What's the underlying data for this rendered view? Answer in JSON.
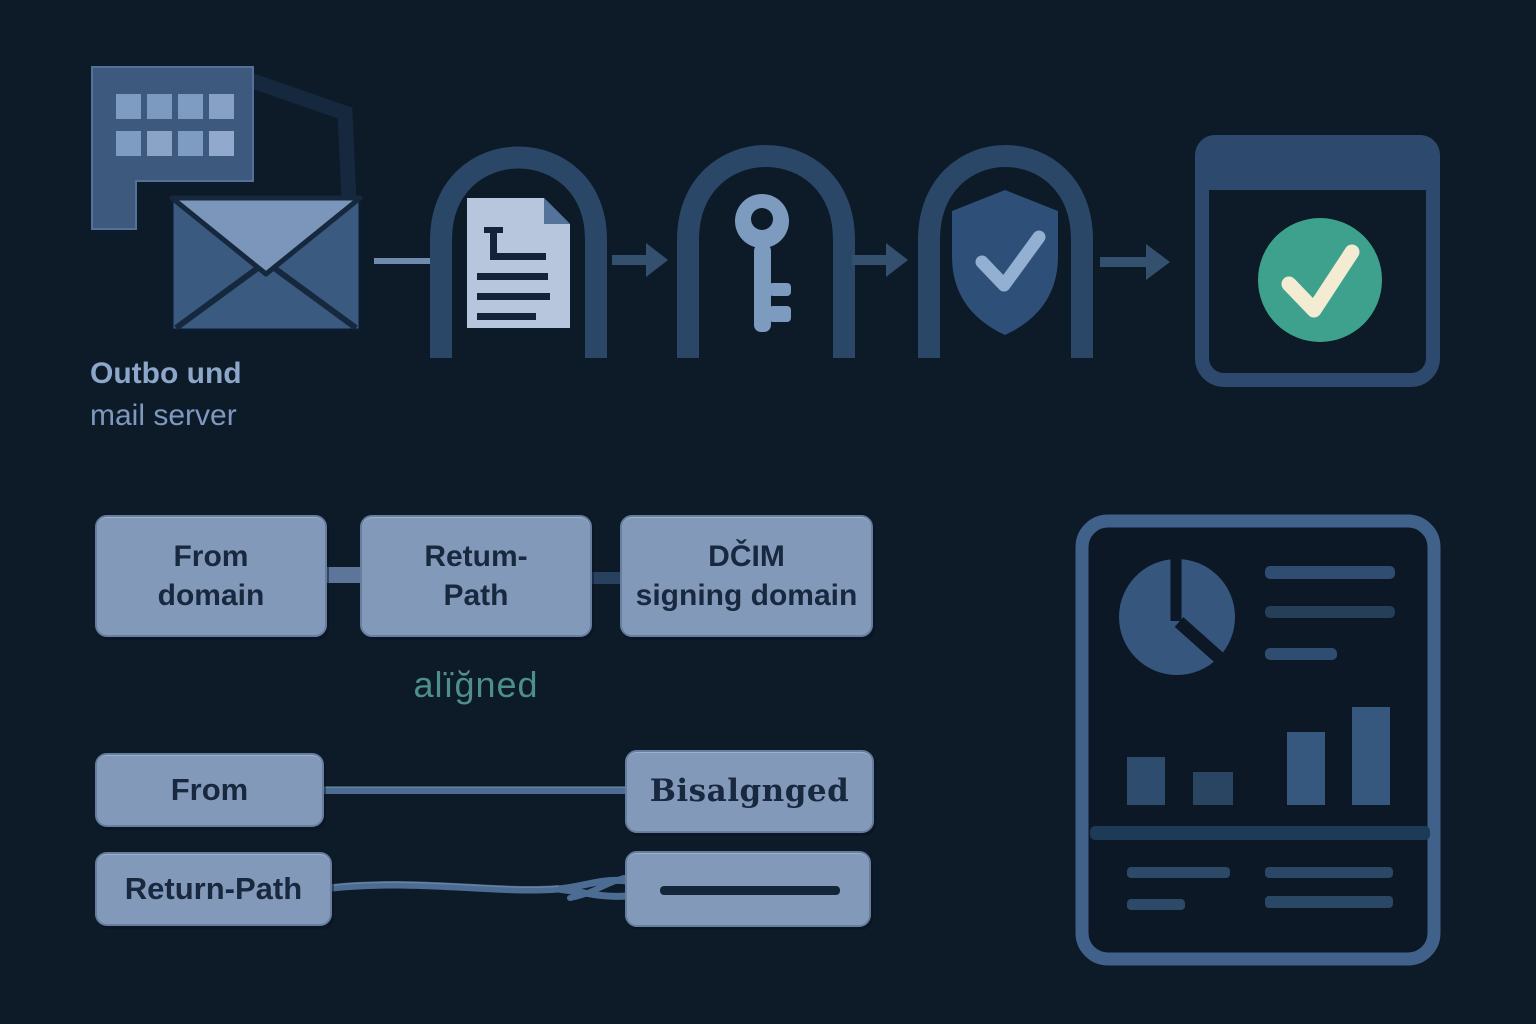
{
  "colors": {
    "background": "#0d1a28",
    "arch_stroke": "#2b4767",
    "arrow": "#33516f",
    "box_fill": "#8399b9",
    "box_text": "#18283f",
    "label_text_bold": "#8ca7c9",
    "label_text_regular": "#7e99bf",
    "aligned_text": "#4e8f8e",
    "green_circle": "#3ea18e",
    "check_cream": "#f3ebd2",
    "report_stroke": "#40618a"
  },
  "flow": {
    "source_label": {
      "line1": "Outbo und",
      "line2": "mail server"
    },
    "icons": [
      "building-icon",
      "envelope-icon",
      "document-icon",
      "key-icon",
      "shield-check-icon",
      "inbox-check-icon",
      "arrow-right-icon"
    ]
  },
  "alignment": {
    "box_from_domain": "From\ndomain",
    "box_return_path": "Retum-\nPath",
    "box_dkim": "DČIM\nsigning domain",
    "caption": "alïğned"
  },
  "misalignment": {
    "box_from": "From",
    "box_misaligned": "Bisalgnged",
    "box_return_path": "Return-Path"
  },
  "report_icon": {
    "elements": [
      "pie-chart-icon",
      "text-lines",
      "bar-chart-icon",
      "divider",
      "footer-lines"
    ]
  }
}
